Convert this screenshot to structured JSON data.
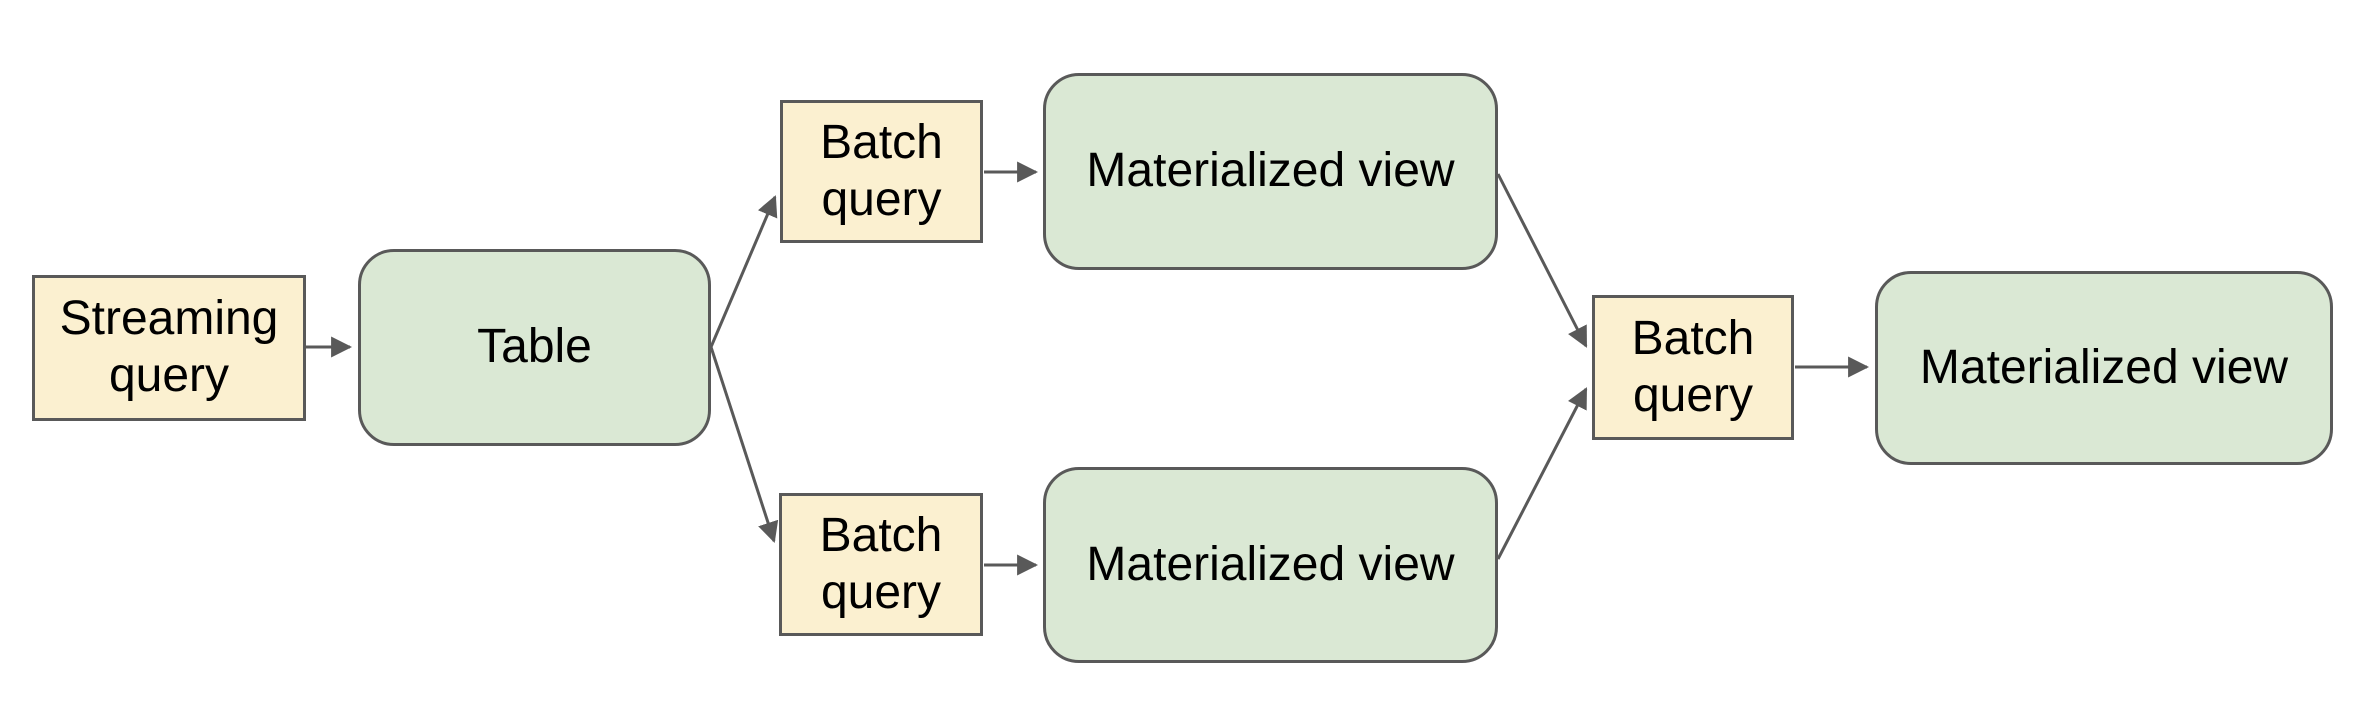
{
  "diagram": {
    "background": "#ffffff",
    "colors": {
      "bg": "#ffffff",
      "query_fill": "#fbf0d0",
      "view_fill": "#dae8d4",
      "shape_border": "#595959",
      "arrow": "#595959",
      "text": "#000000"
    },
    "nodes": {
      "streaming_query": {
        "label": "Streaming query",
        "shape": "rectangle",
        "fill": "#fbf0d0"
      },
      "table": {
        "label": "Table",
        "shape": "rounded-rectangle",
        "fill": "#dae8d4"
      },
      "batch_query_top": {
        "label": "Batch query",
        "shape": "rectangle",
        "fill": "#fbf0d0"
      },
      "materialized_view_top": {
        "label": "Materialized view",
        "shape": "rounded-rectangle",
        "fill": "#dae8d4"
      },
      "batch_query_bottom": {
        "label": "Batch query",
        "shape": "rectangle",
        "fill": "#fbf0d0"
      },
      "materialized_view_bottom": {
        "label": "Materialized view",
        "shape": "rounded-rectangle",
        "fill": "#dae8d4"
      },
      "batch_query_final": {
        "label": "Batch query",
        "shape": "rectangle",
        "fill": "#fbf0d0"
      },
      "materialized_view_final": {
        "label": "Materialized view",
        "shape": "rounded-rectangle",
        "fill": "#dae8d4"
      }
    },
    "edges": [
      {
        "from": "streaming_query",
        "to": "table"
      },
      {
        "from": "table",
        "to": "batch_query_top"
      },
      {
        "from": "table",
        "to": "batch_query_bottom"
      },
      {
        "from": "batch_query_top",
        "to": "materialized_view_top"
      },
      {
        "from": "batch_query_bottom",
        "to": "materialized_view_bottom"
      },
      {
        "from": "materialized_view_top",
        "to": "batch_query_final"
      },
      {
        "from": "materialized_view_bottom",
        "to": "batch_query_final"
      },
      {
        "from": "batch_query_final",
        "to": "materialized_view_final"
      }
    ]
  }
}
